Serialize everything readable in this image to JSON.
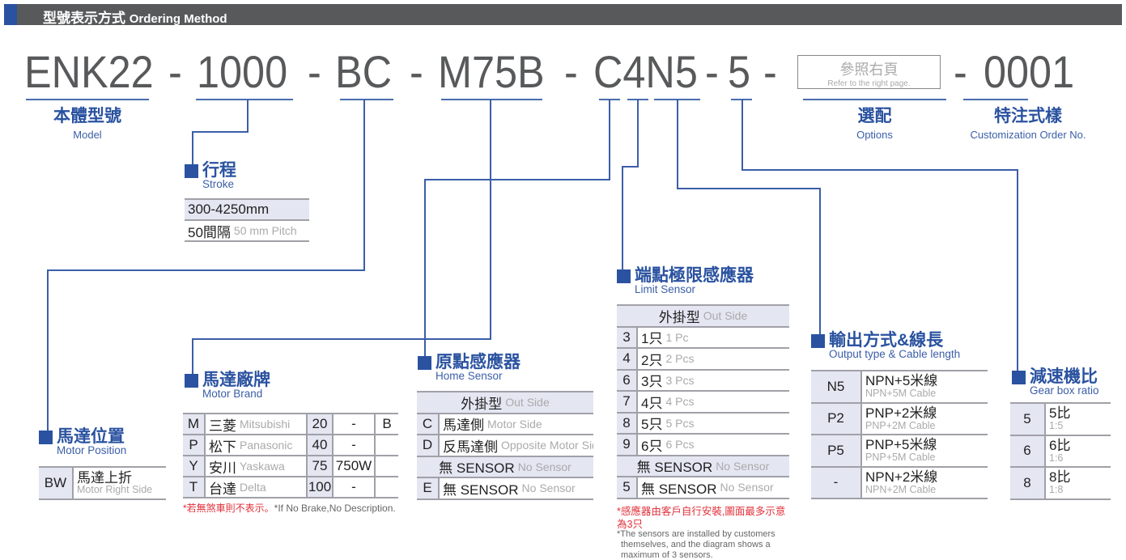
{
  "header": {
    "title_zh": "型號表示方式",
    "title_en": "Ordering Method"
  },
  "code": {
    "parts": [
      "ENK22",
      "-",
      "1000",
      "-",
      "BC",
      "-",
      "M75B",
      "-",
      "C4N5",
      "-",
      "5",
      "-",
      "-",
      "0001"
    ],
    "options_box": {
      "zh": "參照右頁",
      "en": "Refer to the right page."
    }
  },
  "captions": {
    "model": {
      "zh": "本體型號",
      "en": "Model"
    },
    "options": {
      "zh": "選配",
      "en": "Options"
    },
    "custom": {
      "zh": "特注式樣",
      "en": "Customization Order No."
    }
  },
  "sections": {
    "stroke": {
      "zh": "行程",
      "en": "Stroke"
    },
    "position": {
      "zh": "馬達位置",
      "en": "Motor Position"
    },
    "brand": {
      "zh": "馬達廠牌",
      "en": "Motor Brand"
    },
    "home": {
      "zh": "原點感應器",
      "en": "Home Sensor"
    },
    "limit": {
      "zh": "端點極限感應器",
      "en": "Limit Sensor"
    },
    "output": {
      "zh": "輸出方式&線長",
      "en": "Output type & Cable length"
    },
    "gear": {
      "zh": "減速機比",
      "en": "Gear box ratio"
    }
  },
  "tables": {
    "stroke": [
      [
        {
          "t": "300-4250mm"
        }
      ],
      [
        {
          "t": "50間隔",
          "s": "50 mm Pitch"
        }
      ]
    ],
    "position": [
      [
        {
          "t": "BW"
        },
        {
          "t": "馬達上折",
          "s": "Motor Right Side"
        }
      ]
    ],
    "brand": [
      [
        {
          "t": "M"
        },
        {
          "t": "三菱",
          "s": "Mitsubishi"
        },
        {
          "t": "20"
        },
        {
          "t": "-"
        },
        {
          "t": "B"
        }
      ],
      [
        {
          "t": "P"
        },
        {
          "t": "松下",
          "s": "Panasonic"
        },
        {
          "t": "40"
        },
        {
          "t": "-"
        },
        {
          "t": ""
        }
      ],
      [
        {
          "t": "Y"
        },
        {
          "t": "安川",
          "s": "Yaskawa"
        },
        {
          "t": "75"
        },
        {
          "t": "750W"
        },
        {
          "t": ""
        }
      ],
      [
        {
          "t": "T"
        },
        {
          "t": "台達",
          "s": "Delta"
        },
        {
          "t": "100"
        },
        {
          "t": "-"
        },
        {
          "t": ""
        }
      ]
    ],
    "home": [
      [
        {
          "t": "外掛型",
          "s": "Out Side"
        }
      ],
      [
        {
          "t": "C"
        },
        {
          "t": "馬達側",
          "s": "Motor Side"
        }
      ],
      [
        {
          "t": "D"
        },
        {
          "t": "反馬達側",
          "s": "Opposite Motor Side"
        }
      ],
      [
        {
          "t": "無 SENSOR",
          "s": "No Sensor"
        }
      ],
      [
        {
          "t": "E"
        },
        {
          "t": "無 SENSOR",
          "s": "No Sensor"
        }
      ]
    ],
    "limit": [
      [
        {
          "t": "外掛型",
          "s": "Out Side"
        }
      ],
      [
        {
          "t": "3"
        },
        {
          "t": "1只",
          "s": "1 Pc"
        }
      ],
      [
        {
          "t": "4"
        },
        {
          "t": "2只",
          "s": "2 Pcs"
        }
      ],
      [
        {
          "t": "6"
        },
        {
          "t": "3只",
          "s": "3 Pcs"
        }
      ],
      [
        {
          "t": "7"
        },
        {
          "t": "4只",
          "s": "4 Pcs"
        }
      ],
      [
        {
          "t": "8"
        },
        {
          "t": "5只",
          "s": "5 Pcs"
        }
      ],
      [
        {
          "t": "9"
        },
        {
          "t": "6只",
          "s": "6 Pcs"
        }
      ],
      [
        {
          "t": "無 SENSOR",
          "s": "No Sensor"
        }
      ],
      [
        {
          "t": "5"
        },
        {
          "t": "無 SENSOR",
          "s": "No Sensor"
        }
      ]
    ],
    "output": [
      [
        {
          "t": "N5"
        },
        {
          "t": "NPN+5米線",
          "s": "NPN+5M Cable"
        }
      ],
      [
        {
          "t": "P2"
        },
        {
          "t": "PNP+2米線",
          "s": "PNP+2M Cable"
        }
      ],
      [
        {
          "t": "P5"
        },
        {
          "t": "PNP+5米線",
          "s": "PNP+5M Cable"
        }
      ],
      [
        {
          "t": "-"
        },
        {
          "t": "NPN+2米線",
          "s": "NPN+2M Cable"
        }
      ]
    ],
    "gear": [
      [
        {
          "t": "5"
        },
        {
          "t": "5比",
          "s": "1:5"
        }
      ],
      [
        {
          "t": "6"
        },
        {
          "t": "6比",
          "s": "1:6"
        }
      ],
      [
        {
          "t": "8"
        },
        {
          "t": "8比",
          "s": "1:8"
        }
      ]
    ]
  },
  "notes": {
    "brake": {
      "zh": "*若無煞車則不表示。",
      "en": "*If No Brake,No Description."
    },
    "sensor_zh1": "*感應器由客戶自行安裝,圖面最多示意",
    "sensor_zh2": "為3只",
    "sensor_en1": "*The sensors are installed by customers",
    "sensor_en2": "themselves, and the diagram shows a",
    "sensor_en3": "maximum of 3 sensors."
  },
  "colors": {
    "accent": "#2a52a0",
    "header_bg": "#58595b",
    "cell_bg": "#e4e6f2",
    "note": "#e0303a"
  }
}
